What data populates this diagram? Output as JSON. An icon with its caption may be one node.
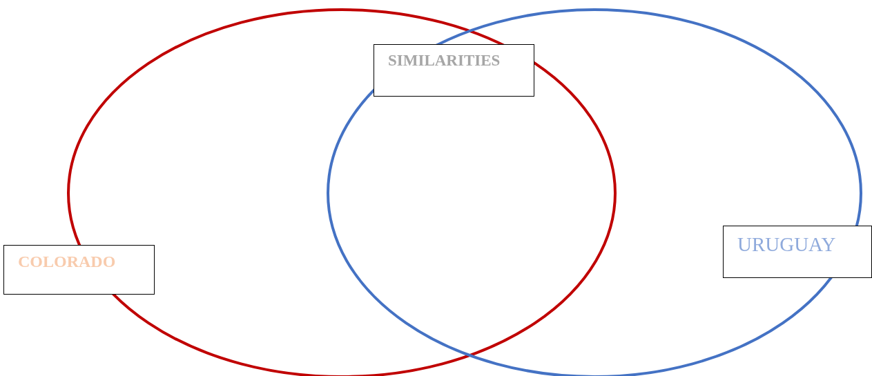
{
  "diagram": {
    "nodes": [
      {
        "text": [],
        "shape": "ellipse"
      },
      {
        "text": [],
        "shape": "ellipse"
      },
      {
        "text": [
          "SIMILARITIES"
        ]
      },
      {
        "text": [
          "COLORADO"
        ]
      },
      {
        "text": [
          "URUGUAY"
        ]
      }
    ]
  }
}
